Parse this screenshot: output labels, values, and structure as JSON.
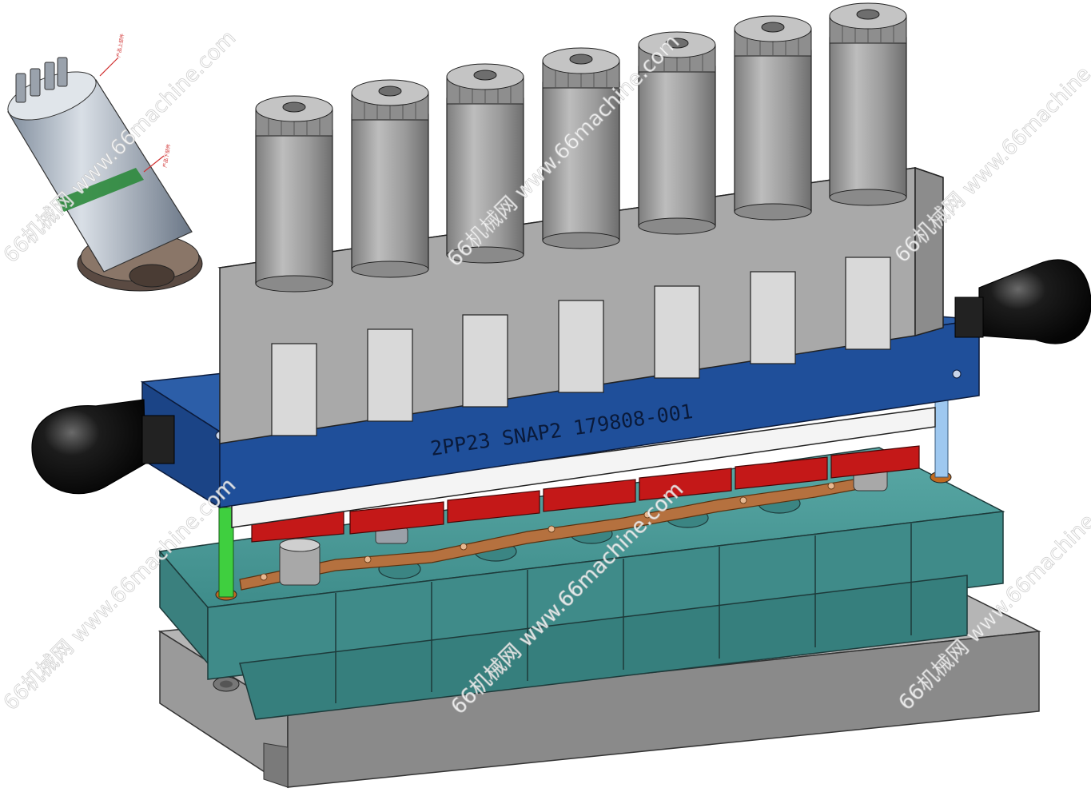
{
  "image": {
    "subject": "Fixture",
    "plate_engraving": "2PP23 SNAP2 179808-001",
    "inset_callouts": [
      "产品上部件",
      "产品下部件"
    ],
    "watermark_text": "66机械网 www.66machine.com",
    "colors": {
      "background": "#ffffff",
      "blue_plate": "#1f4f9a",
      "gray_steel": "#9a9a9a",
      "red_part": "#c41818",
      "teal_base": "#4b9a98",
      "copper_strip": "#b5713f",
      "green_pin": "#3fcf3f",
      "light_blue_pin": "#9ec8f0",
      "handle_black": "#161616"
    },
    "icons": [
      "knob-handle-icon",
      "product-part-icon"
    ]
  }
}
